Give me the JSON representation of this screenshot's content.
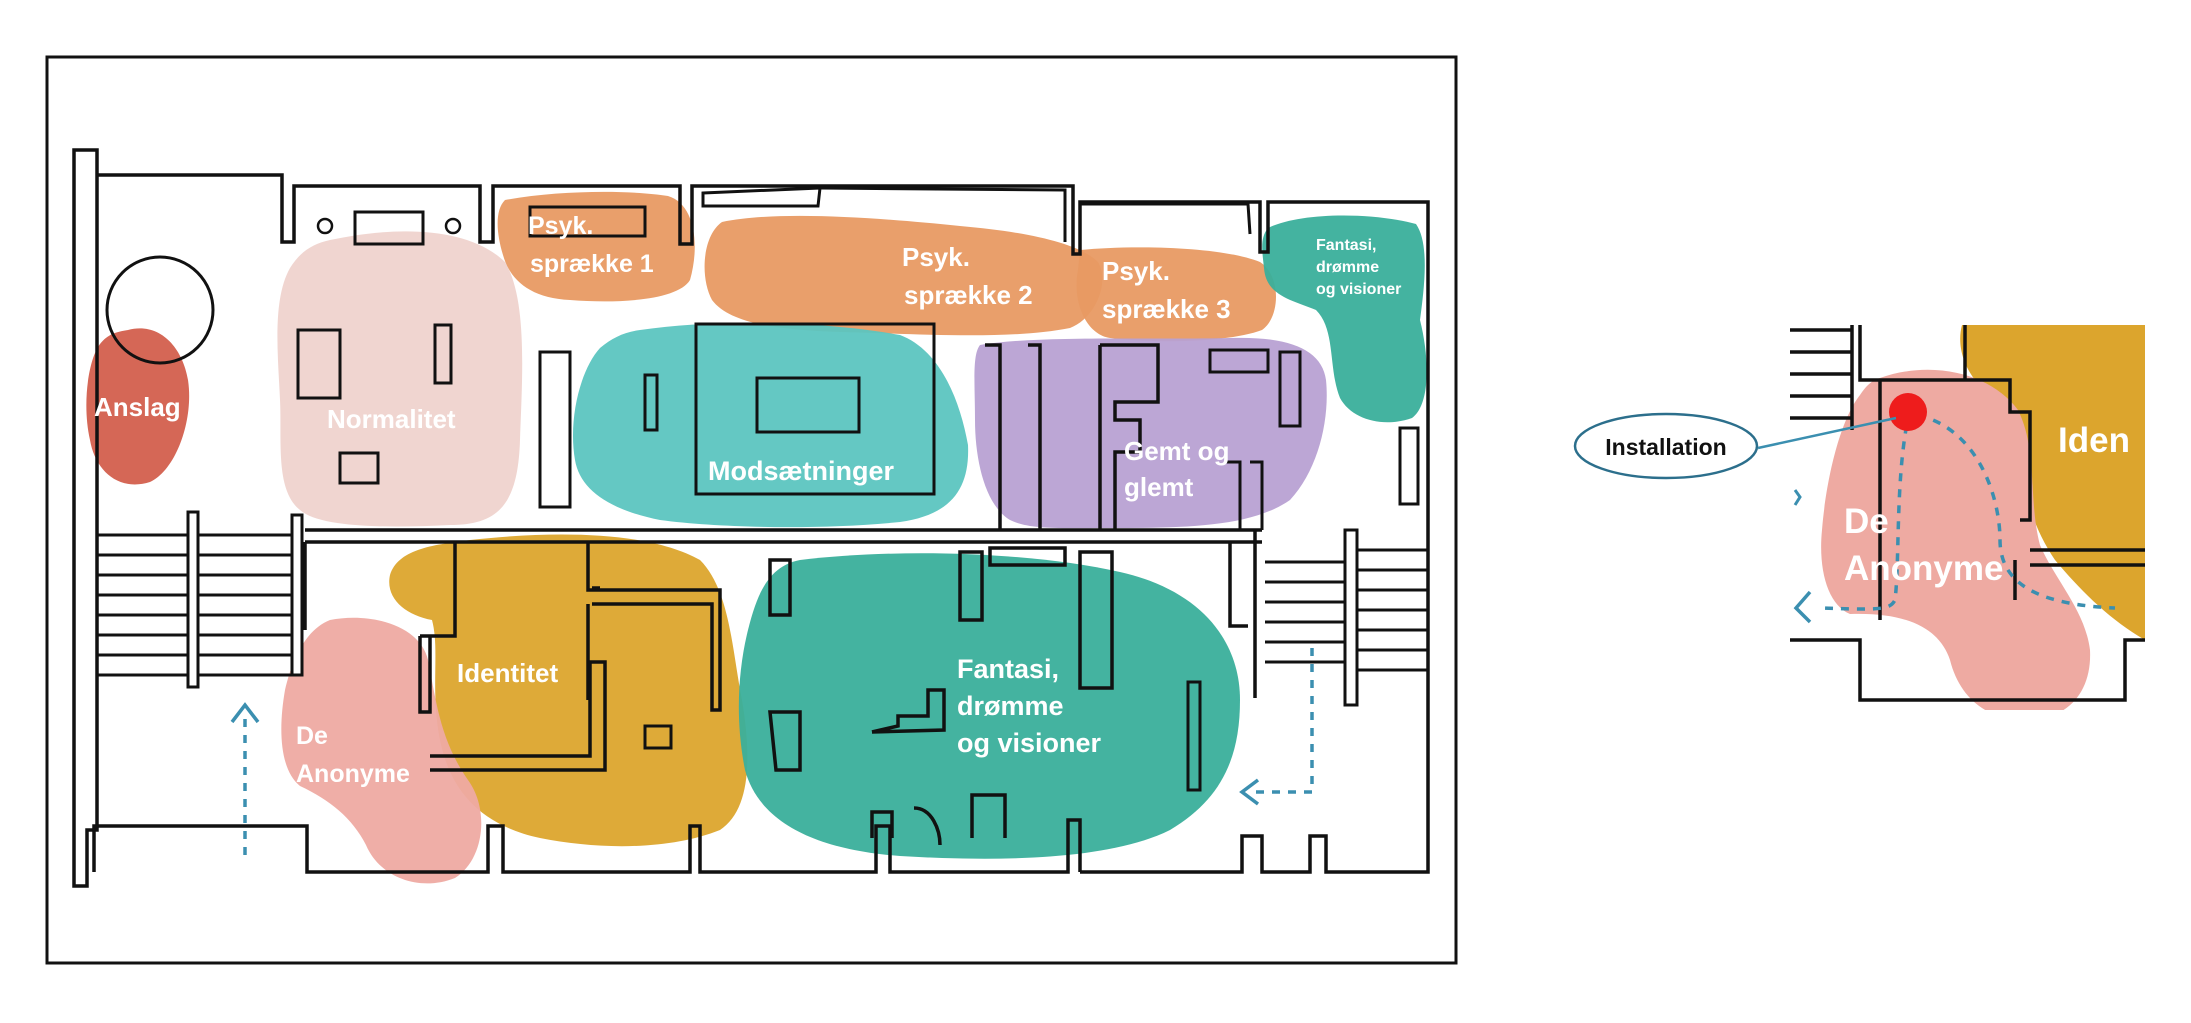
{
  "colors": {
    "anslag": "#d35f4d",
    "normalitet": "#efd3ce",
    "psyk": "#e89a63",
    "fantasi": "#3aaf9b",
    "modsaetninger": "#5cc5c0",
    "gemt": "#b8a1d3",
    "identitet": "#dca52d",
    "anonyme": "#eeaaa2",
    "arrow": "#3b8fb0",
    "installation_dot": "#ee1c1c"
  },
  "main_plan": {
    "zones": {
      "anslag": "Anslag",
      "normalitet": "Normalitet",
      "psyk1": [
        "Psyk.",
        "sprække 1"
      ],
      "psyk2": [
        "Psyk.",
        "sprække 2"
      ],
      "psyk3": [
        "Psyk.",
        "sprække 3"
      ],
      "fantasi_small": [
        "Fantasi,",
        "drømme",
        "og visioner"
      ],
      "modsaetninger": "Modsætninger",
      "gemt": [
        "Gemt og",
        "glemt"
      ],
      "identitet": "Identitet",
      "anonyme": [
        "De",
        "Anonyme"
      ],
      "fantasi_large": [
        "Fantasi,",
        "drømme",
        "og visioner"
      ]
    }
  },
  "detail_view": {
    "callout": "Installation",
    "anonyme": [
      "De",
      "Anonyme"
    ],
    "identitet_partial": "Iden"
  }
}
